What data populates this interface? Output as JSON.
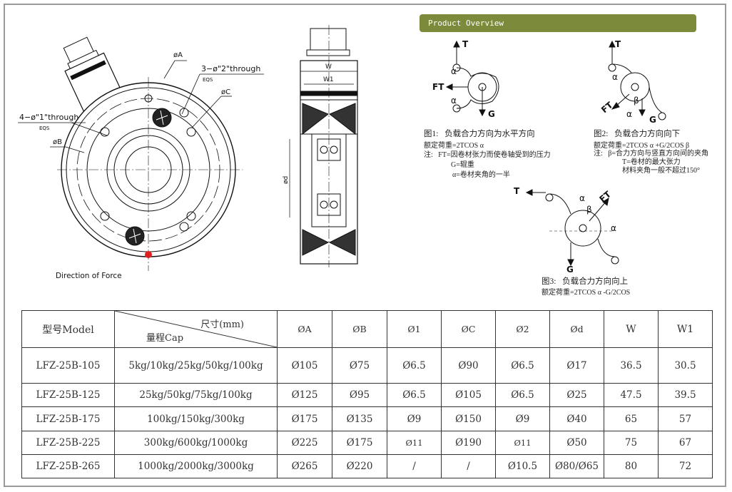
{
  "drawing": {
    "label_phiA": "øA",
    "label_phiB": "øB",
    "label_phiC": "øC",
    "label_holes2": "3−ø\"2\"through",
    "label_holes1": "4−ø\"1\"through",
    "label_eqs": "EQS",
    "direction_of_force": "Direction of Force",
    "label_W": "W",
    "label_W1": "W1",
    "label_phid": "ød",
    "force_color": "#e02020"
  },
  "overview": {
    "title": "Product Overview",
    "fig_labels": {
      "T": "T",
      "FT": "FT",
      "G": "G",
      "alpha": "α",
      "beta": "β"
    },
    "fig1": {
      "title": "图1:   负载合力方向为水平方向",
      "formula": "额定荷重=2TCOS α",
      "note1": "注:   FT=因卷材张力而使卷轴受到的压力",
      "note2": "G=辊重",
      "note3": "α=卷材夹角的一半"
    },
    "fig2": {
      "title": "图2:   负载合力方向向下",
      "formula": "额定荷重=2TCOS α +G/2COS β",
      "note1": "注:   β=合力方向与竖直方向间的夹角",
      "note2": "T=卷材的最大张力",
      "note3": "材料夹角一般不超过150°"
    },
    "fig3": {
      "title": "图3:   负载合力方向向上",
      "formula": "额定荷重=2TCOS α -G/2COS"
    }
  },
  "table": {
    "header": {
      "model": "型号Model",
      "size": "尺寸(mm)",
      "cap": "量程Cap",
      "cols": [
        "ØA",
        "ØB",
        "Ø1",
        "ØC",
        "Ø2",
        "Ød",
        "W",
        "W1"
      ]
    },
    "rows": [
      {
        "model": "LFZ-25B-105",
        "cap": "5kg/10kg/25kg/50kg/100kg",
        "vals": [
          "Ø105",
          "Ø75",
          "Ø6.5",
          "Ø90",
          "Ø6.5",
          "Ø17",
          "36.5",
          "30.5"
        ]
      },
      {
        "model": "LFZ-25B-125",
        "cap": "25kg/50kg/75kg/100kg",
        "vals": [
          "Ø125",
          "Ø95",
          "Ø6.5",
          "Ø105",
          "Ø6.5",
          "Ø25",
          "47.5",
          "39.5"
        ]
      },
      {
        "model": "LFZ-25B-175",
        "cap": "100kg/150kg/300kg",
        "vals": [
          "Ø175",
          "Ø135",
          "Ø9",
          "Ø150",
          "Ø9",
          "Ø40",
          "65",
          "57"
        ]
      },
      {
        "model": "LFZ-25B-225",
        "cap": "300kg/600kg/1000kg",
        "vals": [
          "Ø225",
          "Ø175",
          "Ø11",
          "Ø190",
          "Ø11",
          "Ø50",
          "75",
          "67"
        ]
      },
      {
        "model": "LFZ-25B-265",
        "cap": "1000kg/2000kg/3000kg",
        "vals": [
          "Ø265",
          "Ø220",
          "/",
          "/",
          "Ø10.5",
          "Ø80/Ø65",
          "80",
          "72"
        ]
      }
    ]
  }
}
